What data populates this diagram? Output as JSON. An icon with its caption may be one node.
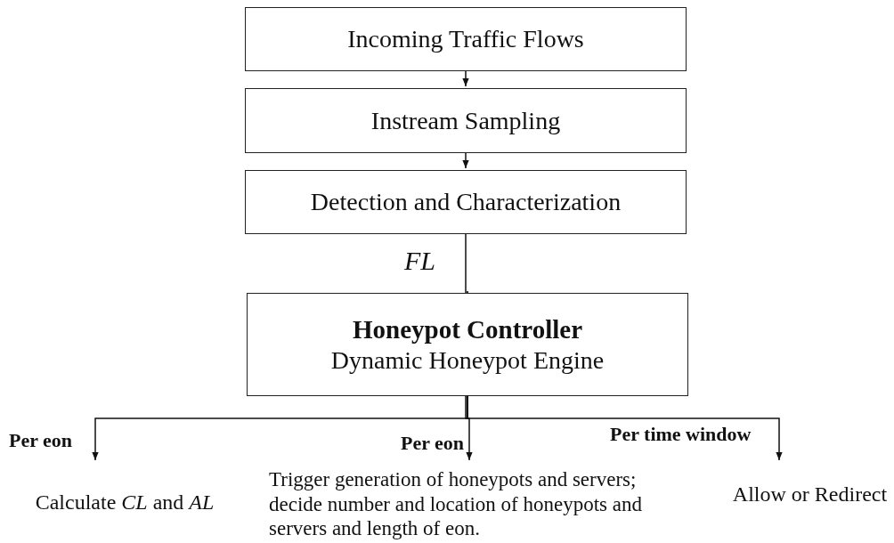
{
  "diagram": {
    "nodes": [
      {
        "text": [
          "Incoming Traffic Flows"
        ]
      },
      {
        "text": [
          "Instream Sampling"
        ]
      },
      {
        "text": [
          "Detection and Characterization"
        ]
      },
      {
        "text": [
          "Honeypot Controller",
          "Dynamic Honeypot Engine"
        ]
      },
      {
        "text": [
          "Calculate *CL* and *AL*"
        ]
      },
      {
        "text": [
          "Trigger generation of honeypots and servers; decide number and location of honeypots and servers and length of eon."
        ]
      },
      {
        "text": [
          "Allow or Redirect"
        ]
      }
    ],
    "edges": [
      {
        "from": 0,
        "to": 1,
        "arrow": "to"
      },
      {
        "from": 1,
        "to": 2,
        "arrow": "to"
      },
      {
        "from": 2,
        "to": 3,
        "arrow": "to",
        "label": "FL"
      },
      {
        "from": 3,
        "to": 4,
        "arrow": "to",
        "label": "Per eon"
      },
      {
        "from": 3,
        "to": 5,
        "arrow": "to",
        "label": "Per eon"
      },
      {
        "from": 3,
        "to": 6,
        "arrow": "to",
        "label": "Per time window"
      }
    ]
  }
}
